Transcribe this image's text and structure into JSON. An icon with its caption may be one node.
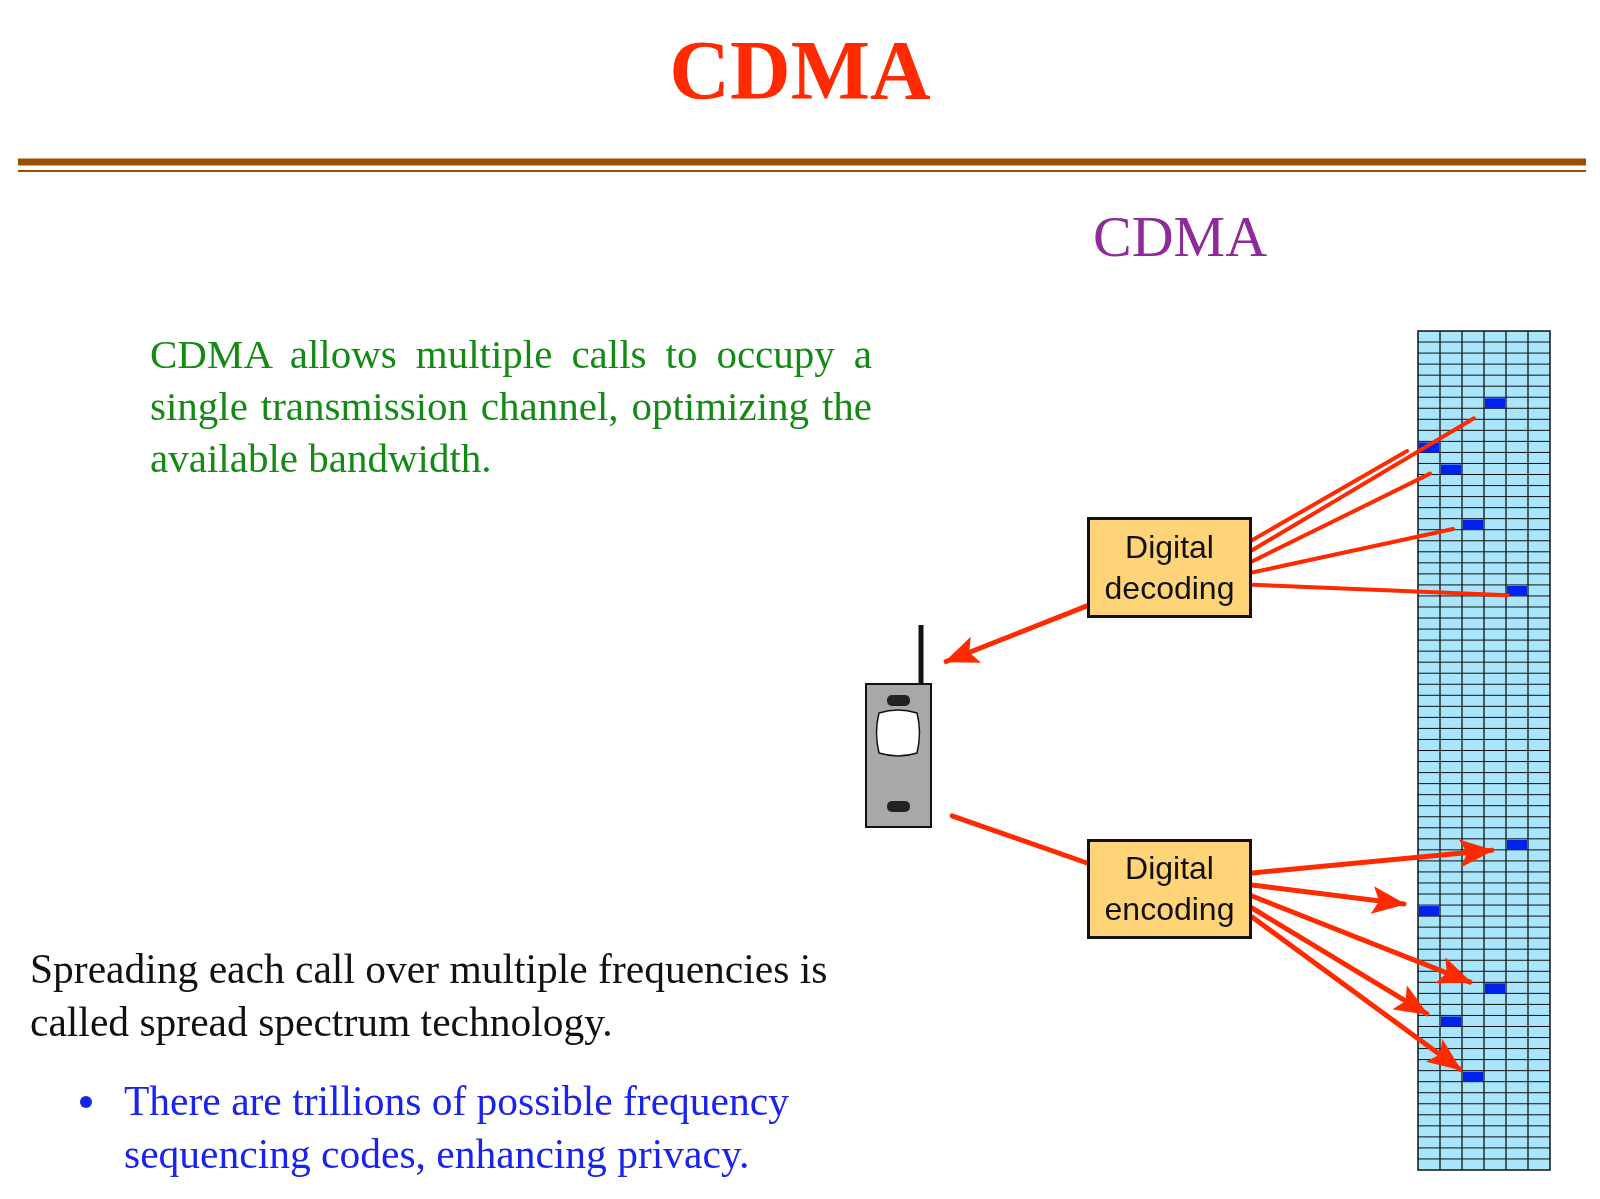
{
  "diagram": {
    "title": "CDMA",
    "nodes": [
      {
        "text": [],
        "shape": "picture"
      },
      {
        "text": [
          "Digital decoding"
        ]
      },
      {
        "text": [],
        "shape": "picture"
      },
      {
        "text": [
          "Digital encoding"
        ]
      }
    ],
    "edges": [
      {
        "from": 0,
        "to": 1,
        "arrow": "none"
      },
      {
        "from": 0,
        "to": 1,
        "arrow": "none"
      },
      {
        "from": 0,
        "to": 1,
        "arrow": "none"
      },
      {
        "from": 0,
        "to": 1,
        "arrow": "none"
      },
      {
        "from": 0,
        "to": 1,
        "arrow": "none"
      },
      {
        "from": 1,
        "to": 2,
        "arrow": "to"
      },
      {
        "from": 2,
        "to": 3,
        "arrow": "none"
      },
      {
        "from": 3,
        "to": 0,
        "arrow": "to"
      },
      {
        "from": 3,
        "to": 0,
        "arrow": "to"
      },
      {
        "from": 3,
        "to": 0,
        "arrow": "to"
      },
      {
        "from": 3,
        "to": 0,
        "arrow": "to"
      },
      {
        "from": 3,
        "to": 0,
        "arrow": "to"
      }
    ],
    "labels": [
      "CDMA",
      "CDMA allows multiple calls to occupy a single transmission channel, optimizing the available bandwidth.",
      "Spreading each call over multiple frequencies is called spread spectrum technology.",
      "There are trillions of possible frequency sequencing codes, enhancing privacy."
    ]
  }
}
